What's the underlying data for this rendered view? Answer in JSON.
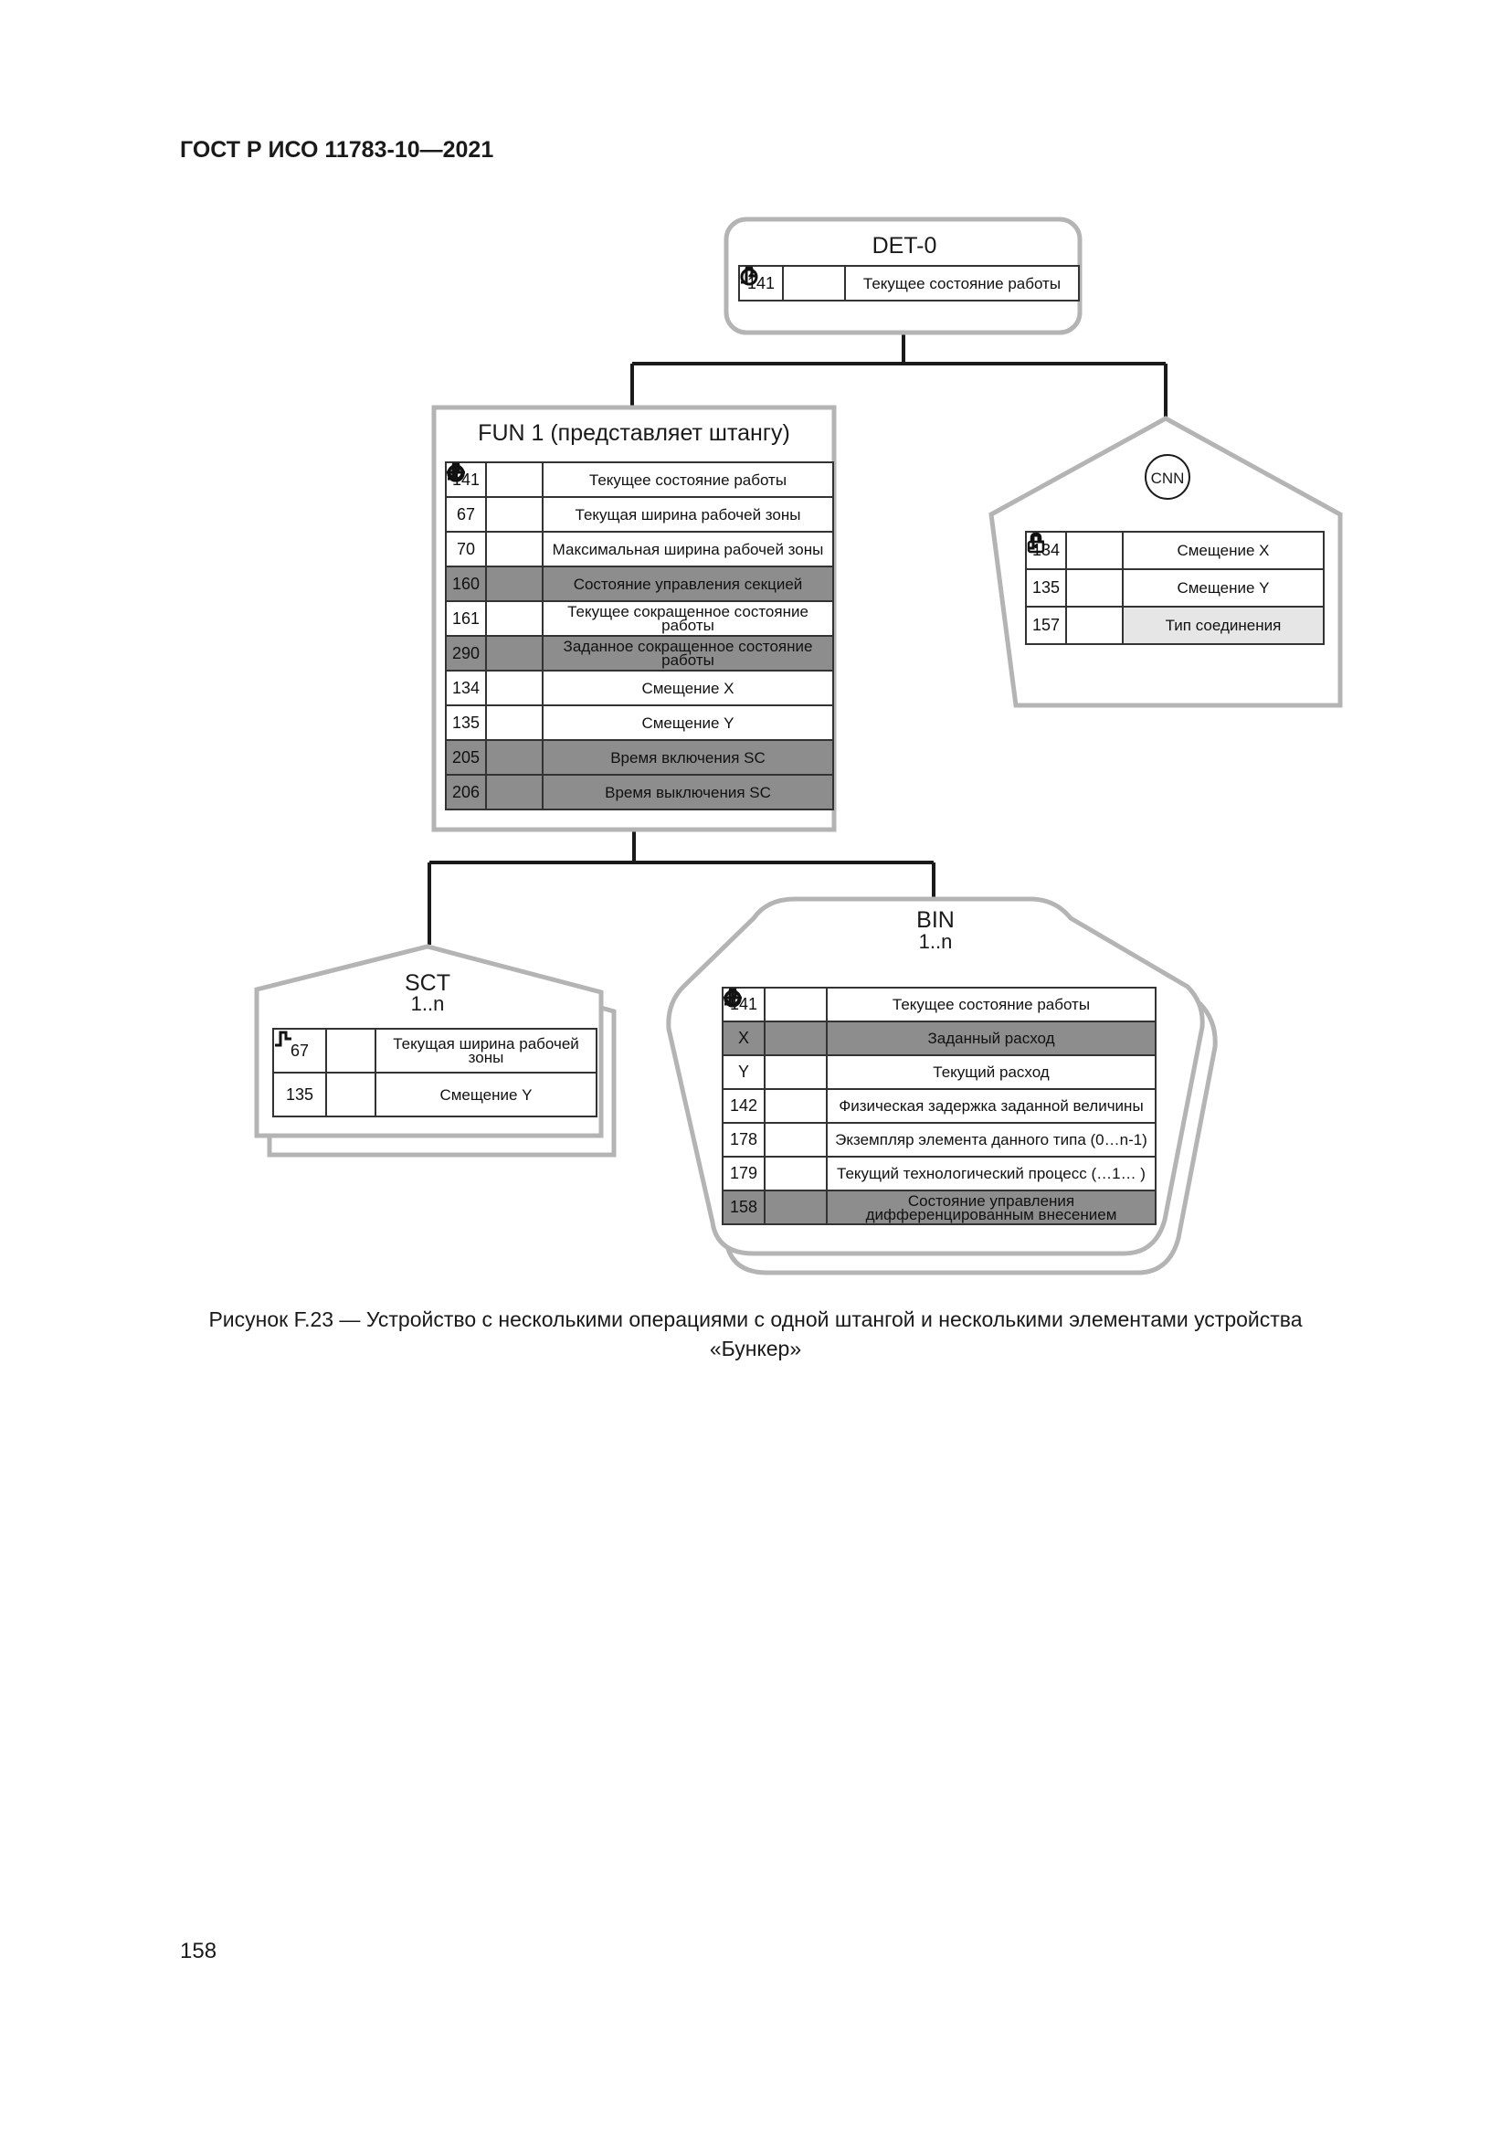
{
  "header": "ГОСТ Р ИСО 11783-10—2021",
  "page_number": "158",
  "caption": {
    "line1": "Рисунок F.23 — Устройство с несколькими операциями с одной штангой и несколькими элементами устройства",
    "line2": "«Бункер»"
  },
  "det0": {
    "title": "DET-0",
    "rows": [
      {
        "num": "141",
        "icons": [
          "step",
          "clock"
        ],
        "text": "Текущее состояние работы"
      }
    ]
  },
  "fun1": {
    "title": "FUN 1 (представляет штангу)",
    "rows": [
      {
        "num": "141",
        "icons": [
          "step",
          "clock"
        ],
        "text": "Текущее состояние работы",
        "gray": false
      },
      {
        "num": "67",
        "icons": [
          "step",
          "clock"
        ],
        "text": "Текущая ширина рабочей зоны",
        "gray": false
      },
      {
        "num": "70",
        "icons": [
          "step",
          "clock"
        ],
        "text": "Максимальная ширина рабочей зоны",
        "gray": false
      },
      {
        "num": "160",
        "icons": [
          "target",
          "step"
        ],
        "text": "Состояние управления секцией",
        "gray": true
      },
      {
        "num": "161",
        "icons": [
          "step",
          "clock"
        ],
        "text": "Текущее сокращенное состояние работы",
        "gray": false
      },
      {
        "num": "290",
        "icons": [
          "target",
          "step"
        ],
        "text": "Заданное сокращенное состояние работы",
        "gray": true
      },
      {
        "num": "134",
        "icons": [
          "step"
        ],
        "text": "Смещение X",
        "gray": false
      },
      {
        "num": "135",
        "icons": [
          "step"
        ],
        "text": "Смещение Y",
        "gray": false
      },
      {
        "num": "205",
        "icons": [
          "target",
          "step"
        ],
        "text": "Время включения SC",
        "gray": true
      },
      {
        "num": "206",
        "icons": [
          "target",
          "step"
        ],
        "text": "Время выключения SC",
        "gray": true
      }
    ]
  },
  "cnn": {
    "title": "CNN",
    "rows": [
      {
        "num": "134",
        "icons": [
          "step"
        ],
        "text": "Смещение X",
        "gray": false
      },
      {
        "num": "135",
        "icons": [
          "step"
        ],
        "text": "Смещение Y",
        "gray": false
      },
      {
        "num": "157",
        "icons": [
          "lock"
        ],
        "text": "Тип соединения",
        "gray": false,
        "light": true
      }
    ]
  },
  "sct": {
    "title": "SCT",
    "multiplicity": "1..n",
    "rows": [
      {
        "num": "67",
        "icons": [
          "step"
        ],
        "text": "Текущая ширина рабочей зоны",
        "gray": false
      },
      {
        "num": "135",
        "icons": [
          "step"
        ],
        "text": "Смещение Y",
        "gray": false
      }
    ]
  },
  "bin": {
    "title": "BIN",
    "multiplicity": "1..n",
    "rows": [
      {
        "num": "141",
        "icons": [
          "step",
          "clock"
        ],
        "text": "Текущее состояние работы",
        "gray": false
      },
      {
        "num": "X",
        "icons": [
          "target",
          "step"
        ],
        "text": "Заданный расход",
        "gray": true
      },
      {
        "num": "Y",
        "icons": [
          "clock"
        ],
        "text": "Текущий расход",
        "gray": false
      },
      {
        "num": "142",
        "icons": [
          "step"
        ],
        "text": "Физическая задержка заданной величины",
        "gray": false
      },
      {
        "num": "178",
        "icons": [
          "step"
        ],
        "text": "Экземпляр элемента данного типа (0…n-1)",
        "gray": false
      },
      {
        "num": "179",
        "icons": [
          "step"
        ],
        "text": "Текущий технологический процесс (…1… )",
        "gray": false
      },
      {
        "num": "158",
        "icons": [
          "target",
          "step"
        ],
        "text": "Состояние управления дифференцированным внесением",
        "gray": true
      }
    ]
  }
}
